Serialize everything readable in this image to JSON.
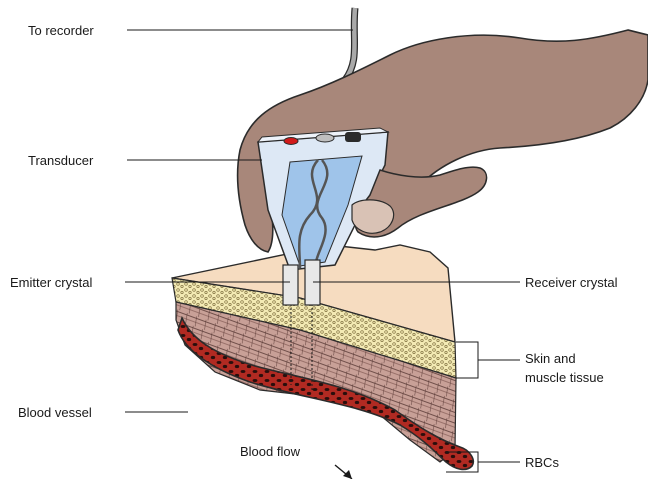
{
  "labels": {
    "to_recorder": "To recorder",
    "transducer": "Transducer",
    "emitter_crystal": "Emitter crystal",
    "receiver_crystal": "Receiver crystal",
    "skin_muscle_line1": "Skin and",
    "skin_muscle_line2": "muscle tissue",
    "blood_vessel": "Blood vessel",
    "blood_flow": "Blood flow",
    "rbcs": "RBCs"
  },
  "colors": {
    "hand": "#a8877a",
    "hand_outline": "#2b2b2b",
    "skin_surface": "#f6dcc0",
    "fat_layer": "#f3eab4",
    "muscle": "#c8a097",
    "muscle_dark": "#6e4b46",
    "vessel": "#b12a22",
    "rbc": "#2a0e0c",
    "transducer_body": "#dde8f5",
    "transducer_window": "#9fc4ea",
    "cable": "#a9a9a9",
    "red_button": "#d11a1a"
  }
}
